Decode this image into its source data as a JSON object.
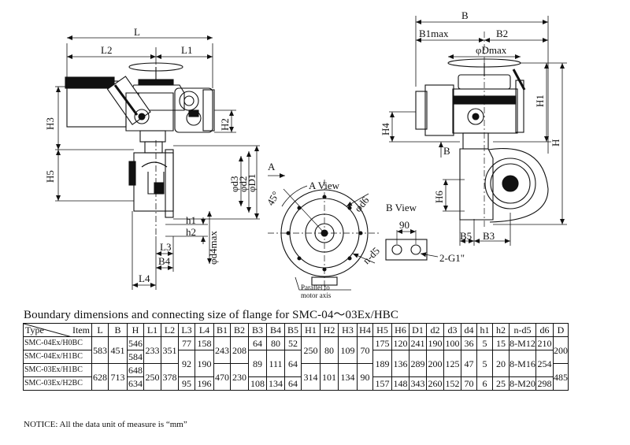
{
  "drawing": {
    "left_labels": {
      "L": "L",
      "L2": "L2",
      "L1": "L1",
      "H3": "H3",
      "H2": "H2",
      "H5": "H5",
      "d2": "φd2",
      "d3": "φd3",
      "D1": "φD1",
      "A": "A",
      "h1": "h1",
      "h2": "h2",
      "d4max": "φd4max",
      "L3": "L3",
      "B4": "B4",
      "L4": "L4"
    },
    "view_a": {
      "title": "A View",
      "angle": "45°",
      "d6": "φd6",
      "nd5": "n-d5",
      "note": "Parallel to\nmotor axis"
    },
    "view_b": {
      "title": "B View",
      "dim": "90",
      "thread": "2-G1\""
    },
    "right_labels": {
      "B": "B",
      "B1max": "B1max",
      "B2": "B2",
      "Dmax": "φDmax",
      "H1": "H1",
      "H": "H",
      "H4": "H4",
      "Barrow": "B",
      "H6": "H6",
      "B5": "B5",
      "B3": "B3"
    }
  },
  "title": "Boundary dimensions and connecting size of flange for SMC-04～03Ex/HBC",
  "table": {
    "corner_item": "Item",
    "corner_type": "Type",
    "columns": [
      "L",
      "B",
      "H",
      "L1",
      "L2",
      "L3",
      "L4",
      "B1",
      "B2",
      "B3",
      "B4",
      "B5",
      "H1",
      "H2",
      "H3",
      "H4",
      "H5",
      "H6",
      "D1",
      "d2",
      "d3",
      "d4",
      "h1",
      "h2",
      "n-d5",
      "d6",
      "D"
    ],
    "types": [
      "SMC-04Ex/H0BC",
      "SMC-04Ex/H1BC",
      "SMC-03Ex/H1BC",
      "SMC-03Ex/H2BC"
    ],
    "values": {
      "L": [
        "583",
        "628"
      ],
      "B": [
        "451",
        "713"
      ],
      "H": [
        "546",
        "584",
        "648",
        "634"
      ],
      "L1": [
        "233",
        "250"
      ],
      "L2": [
        "351",
        "378"
      ],
      "L3": [
        "77",
        "92",
        "95"
      ],
      "L4": [
        "158",
        "190",
        "196"
      ],
      "B1": [
        "243",
        "470"
      ],
      "B2": [
        "208",
        "230"
      ],
      "B3": [
        "64",
        "89",
        "108"
      ],
      "B4": [
        "80",
        "111",
        "134"
      ],
      "B5": [
        "52",
        "64",
        "64"
      ],
      "H1": [
        "250",
        "314"
      ],
      "H2": [
        "80",
        "101"
      ],
      "H3": [
        "109",
        "134"
      ],
      "H4": [
        "70",
        "90"
      ],
      "H5": [
        "175",
        "189",
        "157"
      ],
      "H6": [
        "120",
        "136",
        "148"
      ],
      "D1": [
        "241",
        "289",
        "343"
      ],
      "d2": [
        "190",
        "200",
        "260"
      ],
      "d3": [
        "100",
        "125",
        "152"
      ],
      "d4": [
        "36",
        "47",
        "70"
      ],
      "h1": [
        "5",
        "5",
        "6"
      ],
      "h2": [
        "15",
        "20",
        "25"
      ],
      "nd5": [
        "8-M12",
        "8-M16",
        "8-M20"
      ],
      "d6": [
        "210",
        "254",
        "298"
      ],
      "D": [
        "200",
        "485"
      ]
    }
  },
  "notice": "NOTICE: All the data unit of measure is  “mm”"
}
